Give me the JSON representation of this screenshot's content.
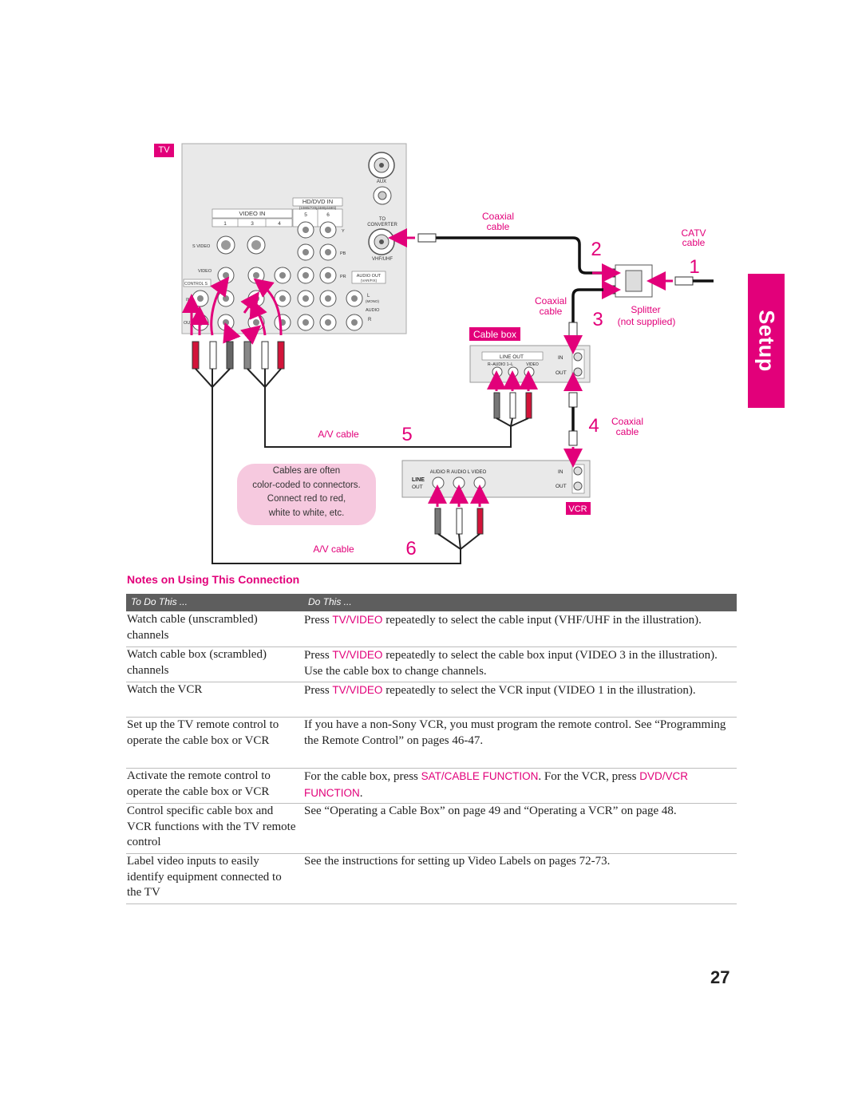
{
  "side_tab": "Setup",
  "tv_label": "TV",
  "diagram": {
    "tv_panel": {
      "aux": "AUX",
      "hd_dvd_in": "HD/DVD IN",
      "hd_modes": "(1080i/720p/480p/480i)",
      "video_in": "VIDEO IN",
      "inputs": [
        "1",
        "3",
        "4",
        "5",
        "6"
      ],
      "to": "TO",
      "converter": "CONVERTER",
      "vhf_uhf": "VHF/UHF",
      "s_video": "S VIDEO",
      "video": "VIDEO",
      "control_s": "CONTROL S",
      "in": "IN",
      "out": "OUT",
      "audio_out": "AUDIO OUT",
      "var_fix": "(VAR/FIX)",
      "l": "L",
      "mono": "(MONO)",
      "audio": "AUDIO",
      "r": "R",
      "y": "Y",
      "pb": "PB",
      "pr": "PR"
    },
    "coaxial_cable_top": [
      "Coaxial",
      "cable"
    ],
    "catv_cable": [
      "CATV",
      "cable"
    ],
    "coaxial_cable_mid": [
      "Coaxial",
      "cable"
    ],
    "splitter": [
      "Splitter",
      "(not supplied)"
    ],
    "cable_box_tag": "Cable box",
    "cable_box_panel": {
      "line_out": "LINE OUT",
      "audio_row": "R–AUDIO 1–L",
      "video": "VIDEO",
      "in": "IN",
      "out": "OUT"
    },
    "coaxial_cable_low": [
      "Coaxial",
      "cable"
    ],
    "av_cable_1": "A/V cable",
    "av_cable_2": "A/V cable",
    "bubble_lines": [
      "Cables are often",
      "color-coded to connectors.",
      "Connect red to red,",
      "white to white, etc."
    ],
    "vcr_panel": {
      "audio_row": "AUDIO R  AUDIO L  VIDEO",
      "line": "LINE",
      "out": "OUT",
      "in": "IN",
      "out2": "OUT"
    },
    "vcr_tag": "VCR",
    "steps": [
      "1",
      "2",
      "3",
      "4",
      "5",
      "6"
    ]
  },
  "section_title": "Notes on Using This Connection",
  "table": {
    "headers": [
      "To Do This ...",
      "Do This ..."
    ],
    "rows": [
      {
        "todo": "Watch cable (unscrambled) channels",
        "do": [
          {
            "t": "Press "
          },
          {
            "t": "TV/VIDEO",
            "hl": true
          },
          {
            "t": " repeatedly to select the cable input (VHF/UHF in the illustration)."
          }
        ]
      },
      {
        "todo": "Watch cable box (scrambled) channels",
        "do": [
          {
            "t": "Press "
          },
          {
            "t": "TV/VIDEO",
            "hl": true
          },
          {
            "t": " repeatedly to select the cable box input (VIDEO 3 in the illustration). Use the cable box to change channels."
          }
        ]
      },
      {
        "todo": "Watch the VCR",
        "do": [
          {
            "t": "Press "
          },
          {
            "t": "TV/VIDEO",
            "hl": true
          },
          {
            "t": " repeatedly to select the VCR input (VIDEO 1 in the illustration)."
          }
        ]
      },
      {
        "todo": "Set up the TV remote control to operate the cable box or VCR",
        "do": [
          {
            "t": "If you have a non-Sony VCR, you must program the remote control. See “Programming the Remote Control” on pages 46-47."
          }
        ]
      },
      {
        "todo": "Activate the remote control to operate the cable box or VCR",
        "do": [
          {
            "t": "For the cable box, press "
          },
          {
            "t": "SAT/CABLE FUNCTION",
            "hl": true
          },
          {
            "t": ". For the VCR, press "
          },
          {
            "t": "DVD/VCR FUNCTION",
            "hl": true
          },
          {
            "t": "."
          }
        ]
      },
      {
        "todo": "Control specific cable box and VCR functions with the TV remote control",
        "do": [
          {
            "t": "See “Operating a Cable Box” on page 49 and “Operating a VCR” on page 48."
          }
        ]
      },
      {
        "todo": "Label video inputs to easily identify equipment connected to the TV",
        "do": [
          {
            "t": "See the instructions for setting up Video Labels on pages 72-73."
          }
        ]
      }
    ]
  },
  "page_number": "27",
  "colors": {
    "accent": "#e2007a",
    "header_bg": "#5e5e5e"
  }
}
